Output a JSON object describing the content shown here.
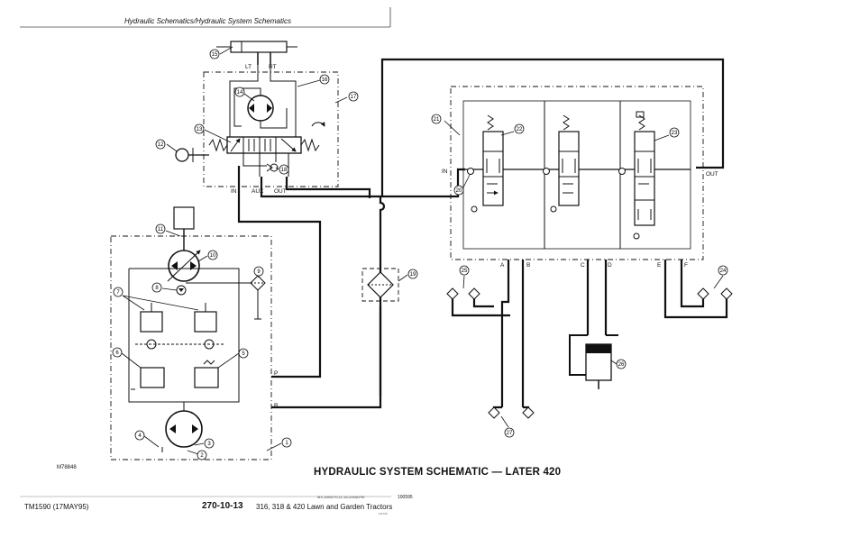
{
  "header": {
    "title": "Hydraulic Schematics/Hydraulic System Schematics"
  },
  "figure": {
    "id": "M78848",
    "caption": "HYDRAULIC SYSTEM SCHEMATIC — LATER 420",
    "port_labels": {
      "lt": "LT",
      "rt": "RT",
      "in": "IN",
      "aux": "AUX",
      "out": "OUT",
      "p": "P",
      "r": "R",
      "valve_in": "IN",
      "valve_out": "OUT",
      "a": "A",
      "b": "B",
      "c": "C",
      "d": "D",
      "e": "E",
      "f": "F"
    },
    "callouts": [
      "1",
      "2",
      "3",
      "4",
      "5",
      "6",
      "7",
      "8",
      "9",
      "10",
      "11",
      "12",
      "13",
      "14",
      "15",
      "16",
      "17",
      "18",
      "19",
      "20",
      "21",
      "22",
      "23",
      "24",
      "25",
      "26",
      "27"
    ]
  },
  "footer": {
    "manual": "TM1590 (17MAY95)",
    "page": "270-10-13",
    "product": "316, 318 & 420 Lawn and Garden Tractors",
    "docref": "MX,1590270,11-16-22MAY95",
    "docref2": "100595",
    "small": "111796"
  }
}
